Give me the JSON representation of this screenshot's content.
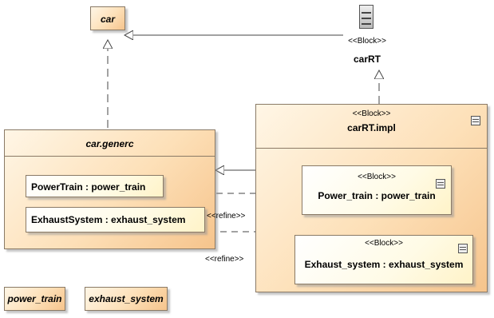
{
  "blocks": {
    "car": {
      "name": "car"
    },
    "car_generic": {
      "name": "car.generc",
      "parts": [
        "PowerTrain : power_train",
        "ExhaustSystem : exhaust_system"
      ]
    },
    "carRT": {
      "stereotype": "<<Block>>",
      "name": "carRT"
    },
    "carRT_impl": {
      "stereotype": "<<Block>>",
      "name": "carRT.impl",
      "parts": [
        {
          "stereotype": "<<Block>>",
          "name": "Power_train : power_train"
        },
        {
          "stereotype": "<<Block>>",
          "name": "Exhaust_system : exhaust_system"
        }
      ]
    },
    "power_train": {
      "name": "power_train"
    },
    "exhaust_system": {
      "name": "exhaust_system"
    }
  },
  "relations": {
    "refine_1": "<<refine>>",
    "refine_2": "<<refine>>"
  },
  "colors": {
    "block_fill": "#fde0b8",
    "part_fill": "#fffbe6",
    "line": "#444444"
  }
}
